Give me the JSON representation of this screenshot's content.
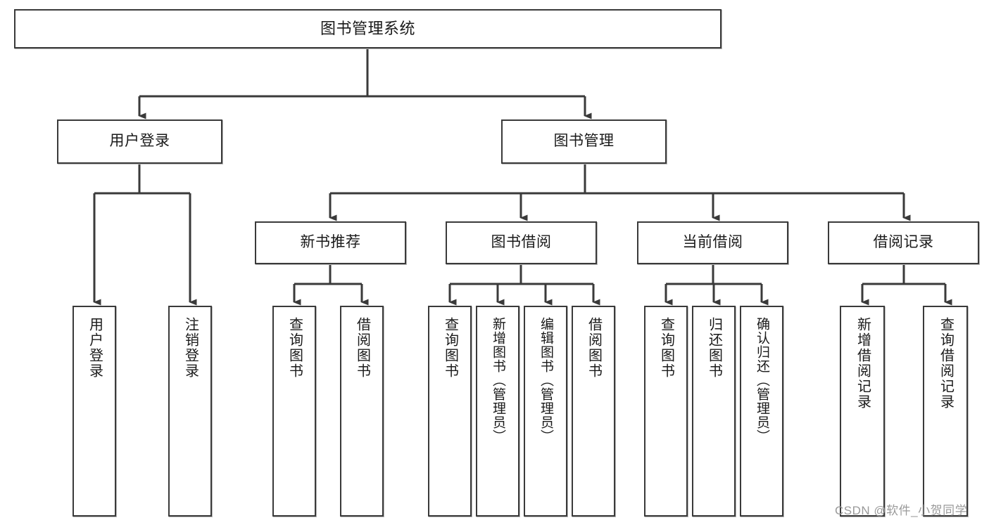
{
  "diagram": {
    "type": "hierarchy-tree",
    "title": "图书管理系统",
    "orientation": "top-down",
    "line_color": "#3a3a3a",
    "box_fill": "#ffffff",
    "text_color": "#1a1a1a"
  },
  "nodes": {
    "root": {
      "label": "图书管理系统"
    },
    "level2": [
      {
        "id": "user-login",
        "label": "用户登录"
      },
      {
        "id": "book-management",
        "label": "图书管理"
      }
    ],
    "level3": [
      {
        "id": "new-book-recommend",
        "label": "新书推荐"
      },
      {
        "id": "book-borrow",
        "label": "图书借阅"
      },
      {
        "id": "current-borrow",
        "label": "当前借阅"
      },
      {
        "id": "borrow-record",
        "label": "借阅记录"
      }
    ],
    "leaves": {
      "user-login": [
        {
          "id": "leaf-user-login",
          "label": "用户登录"
        },
        {
          "id": "leaf-logout",
          "label": "注销登录"
        }
      ],
      "new-book-recommend": [
        {
          "id": "leaf-query-book-1",
          "label": "查询图书"
        },
        {
          "id": "leaf-borrow-book-1",
          "label": "借阅图书"
        }
      ],
      "book-borrow": [
        {
          "id": "leaf-query-book-2",
          "label": "查询图书"
        },
        {
          "id": "leaf-add-book",
          "label": "新增图书（管理员）"
        },
        {
          "id": "leaf-edit-book",
          "label": "编辑图书（管理员）"
        },
        {
          "id": "leaf-borrow-book-2",
          "label": "借阅图书"
        }
      ],
      "current-borrow": [
        {
          "id": "leaf-query-book-3",
          "label": "查询图书"
        },
        {
          "id": "leaf-return-book",
          "label": "归还图书"
        },
        {
          "id": "leaf-confirm-return",
          "label": "确认归还（管理员）"
        }
      ],
      "borrow-record": [
        {
          "id": "leaf-add-record",
          "label": "新增借阅记录"
        },
        {
          "id": "leaf-query-record",
          "label": "查询借阅记录"
        }
      ]
    }
  },
  "watermark": {
    "text": "CSDN @软件_小贺同学"
  }
}
